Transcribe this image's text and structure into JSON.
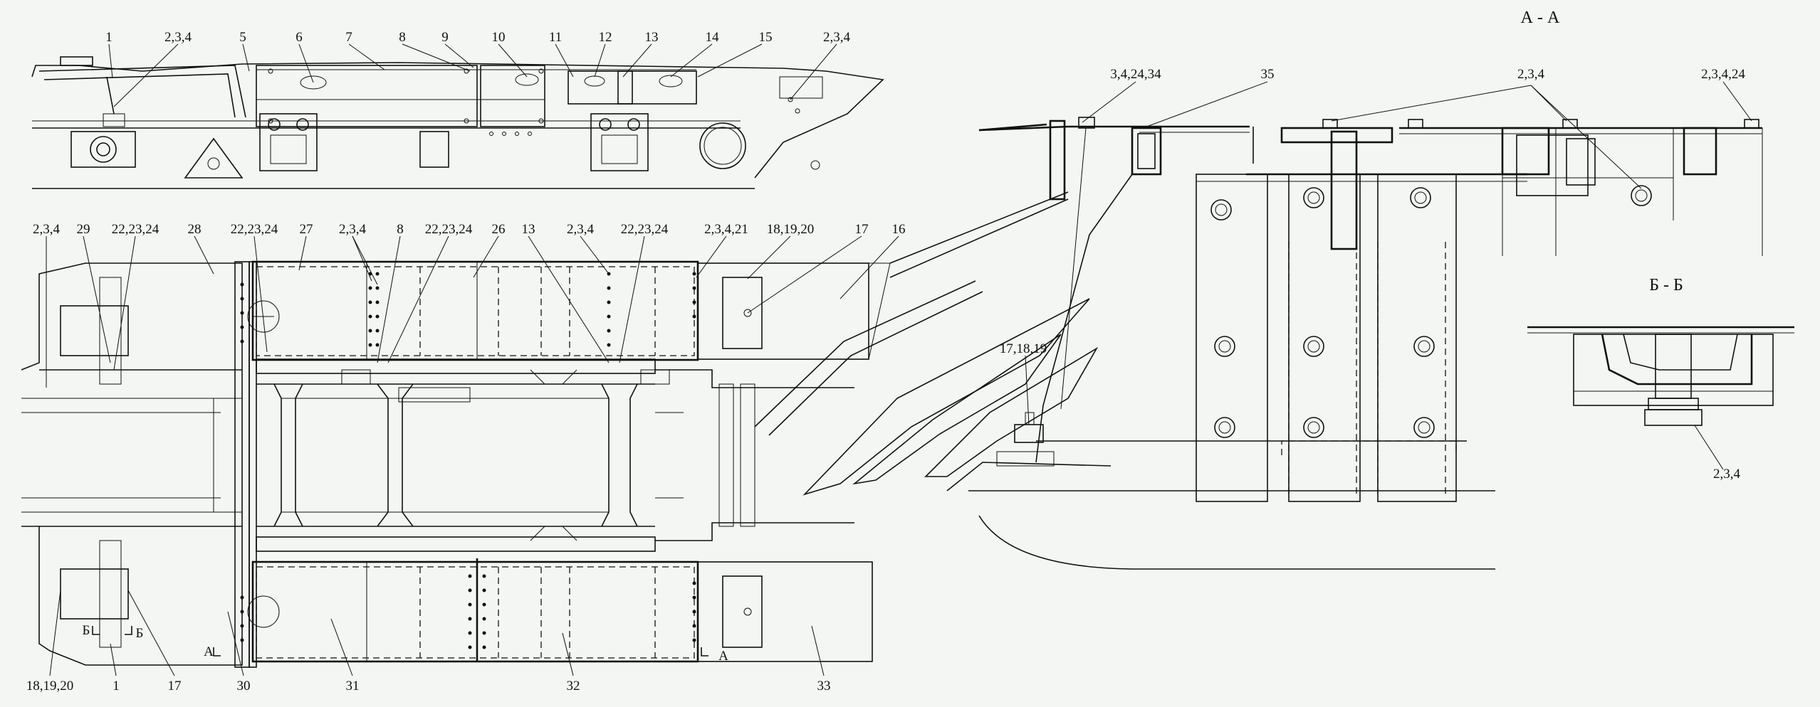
{
  "sections": {
    "aa": "А - А",
    "bb": "Б - Б"
  },
  "cut_marks": {
    "a_left": "А",
    "a_right": "А",
    "b_left": "Б",
    "b_right": "Б"
  },
  "callouts": {
    "top_view": [
      "1",
      "2,3,4",
      "5",
      "6",
      "7",
      "8",
      "9",
      "10",
      "11",
      "12",
      "13",
      "14",
      "15",
      "2,3,4"
    ],
    "plan_top": [
      "2,3,4",
      "29",
      "22,23,24",
      "28",
      "22,23,24",
      "27",
      "2,3,4",
      "8",
      "22,23,24",
      "26",
      "13",
      "2,3,4",
      "22,23,24",
      "2,3,4,21",
      "18,19,20",
      "17",
      "16"
    ],
    "plan_bottom": [
      "18,19,20",
      "1",
      "17",
      "30",
      "31",
      "32",
      "33"
    ],
    "section_aa": [
      "3,4,24,34",
      "35",
      "2,3,4",
      "2,3,4,24",
      "17,18,19"
    ],
    "section_bb": [
      "2,3,4"
    ]
  }
}
